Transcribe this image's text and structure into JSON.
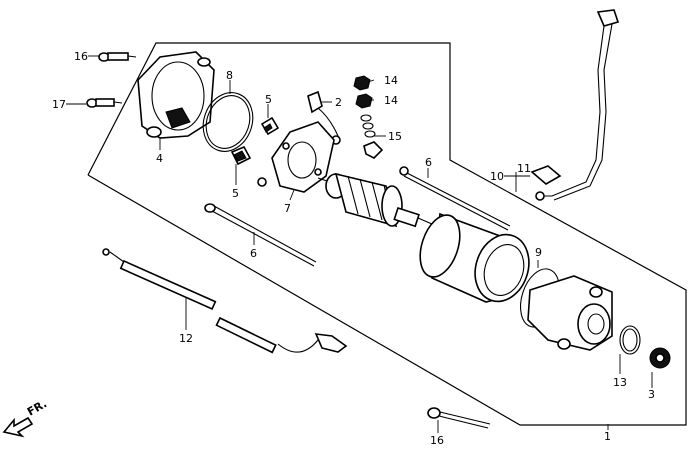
{
  "callouts": [
    {
      "id": "c1",
      "text": "1"
    },
    {
      "id": "c2",
      "text": "2"
    },
    {
      "id": "c3",
      "text": "3"
    },
    {
      "id": "c4",
      "text": "4"
    },
    {
      "id": "c5a",
      "text": "5"
    },
    {
      "id": "c5b",
      "text": "5"
    },
    {
      "id": "c6a",
      "text": "6"
    },
    {
      "id": "c6b",
      "text": "6"
    },
    {
      "id": "c7",
      "text": "7"
    },
    {
      "id": "c8",
      "text": "8"
    },
    {
      "id": "c9",
      "text": "9"
    },
    {
      "id": "c10",
      "text": "10"
    },
    {
      "id": "c11",
      "text": "11"
    },
    {
      "id": "c12",
      "text": "12"
    },
    {
      "id": "c13",
      "text": "13"
    },
    {
      "id": "c14a",
      "text": "14"
    },
    {
      "id": "c14b",
      "text": "14"
    },
    {
      "id": "c15",
      "text": "15"
    },
    {
      "id": "c16a",
      "text": "16"
    },
    {
      "id": "c16b",
      "text": "16"
    },
    {
      "id": "c17",
      "text": "17"
    }
  ],
  "direction_label": "FR."
}
